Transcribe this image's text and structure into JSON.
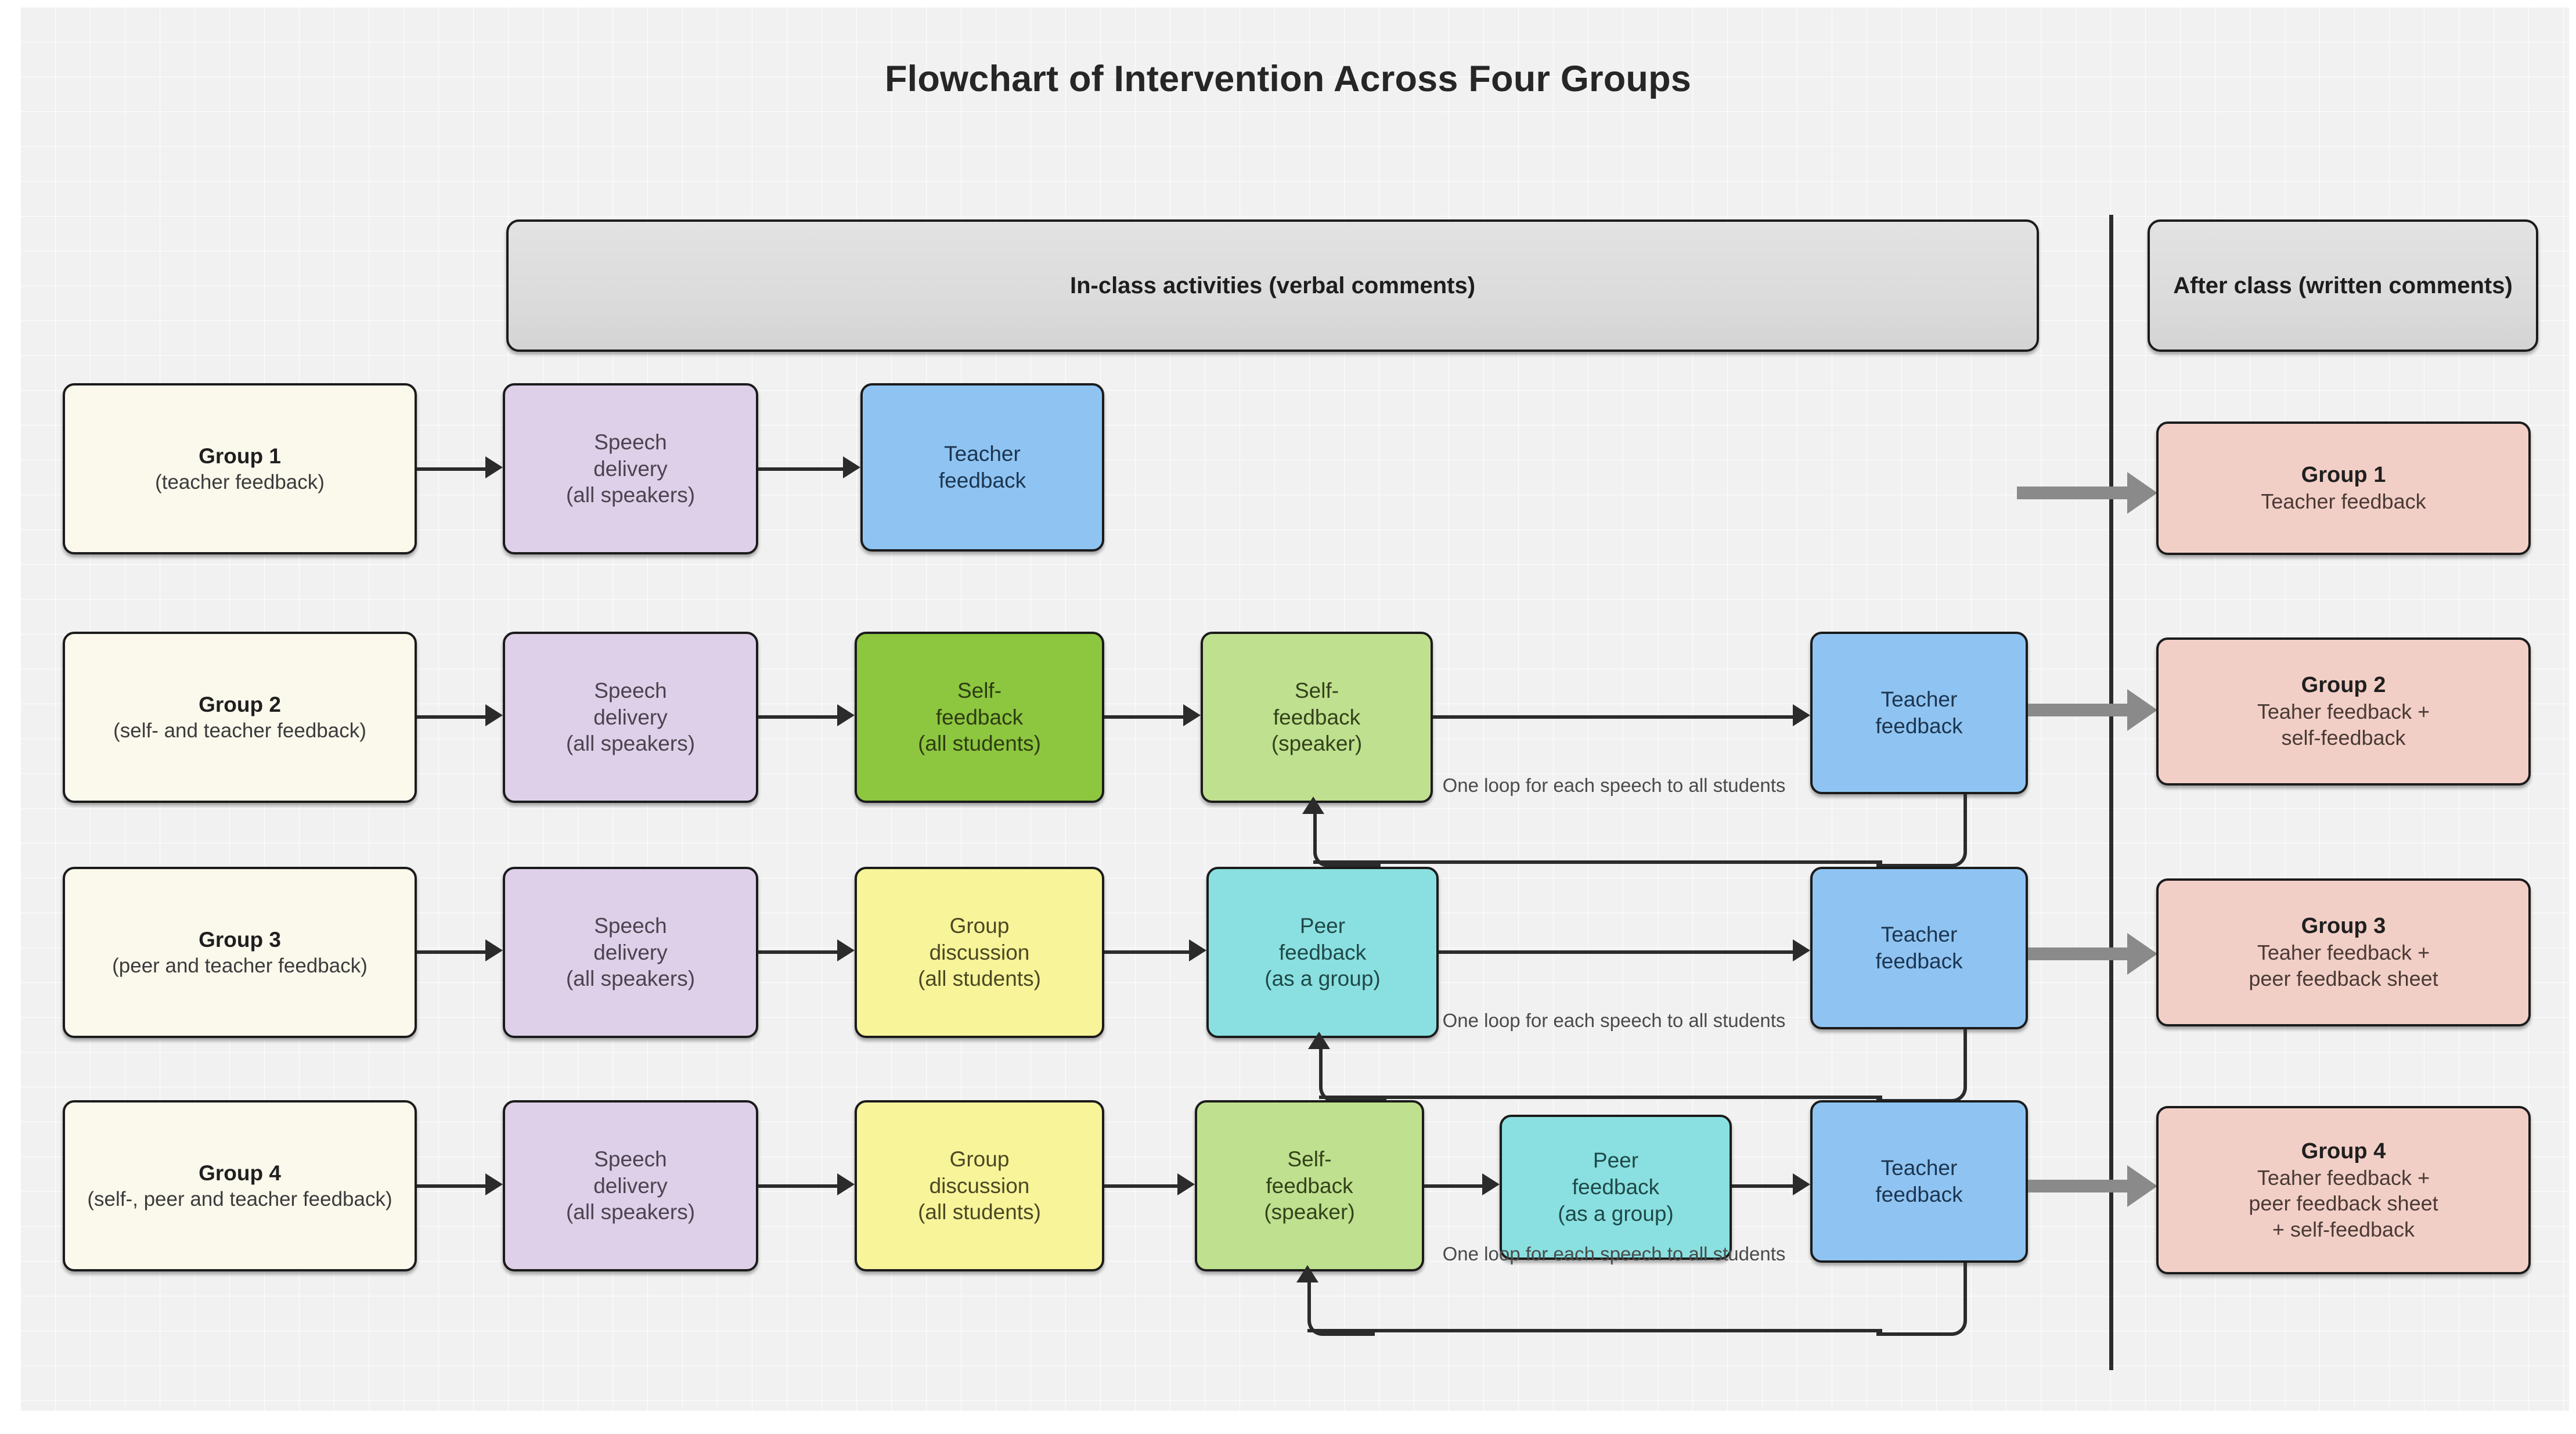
{
  "page": {
    "title": "Flowchart of Intervention Across Four Groups"
  },
  "banners": {
    "inclass": "In-class activities\n(verbal comments)",
    "inclass_line1": "In-class activities",
    "inclass_line2": "(verbal comments)",
    "afterclass_line1": "After class",
    "afterclass_line2": "(written comments)"
  },
  "loop_caption": {
    "line1": "One loop for each speech",
    "line2": "to all students"
  },
  "rows": [
    {
      "id": "row1",
      "group_title": "Group 1",
      "group_sub": "(teacher feedback)",
      "steps": [
        {
          "line1": "Speech",
          "line2": "delivery",
          "line3": "(all speakers)"
        },
        {
          "line1": "Teacher",
          "line2": "feedback",
          "line3": ""
        }
      ],
      "output_title": "Group 1",
      "output_lines": [
        "Teacher feedback"
      ]
    },
    {
      "id": "row2",
      "group_title": "Group 2",
      "group_sub": "(self- and teacher feedback)",
      "steps": [
        {
          "line1": "Speech",
          "line2": "delivery",
          "line3": "(all speakers)"
        },
        {
          "line1": "Self-",
          "line2": "feedback",
          "line3": "(all students)"
        },
        {
          "line1": "Self-",
          "line2": "feedback",
          "line3": "(speaker)"
        },
        {
          "line1": "Teacher",
          "line2": "feedback",
          "line3": ""
        }
      ],
      "output_title": "Group 2",
      "output_lines": [
        "Teaher feedback +",
        "self-feedback"
      ]
    },
    {
      "id": "row3",
      "group_title": "Group 3",
      "group_sub": "(peer and teacher feedback)",
      "steps": [
        {
          "line1": "Speech",
          "line2": "delivery",
          "line3": "(all speakers)"
        },
        {
          "line1": "Group",
          "line2": "discussion",
          "line3": "(all students)"
        },
        {
          "line1": "Peer",
          "line2": "feedback",
          "line3": "(as a group)"
        },
        {
          "line1": "Teacher",
          "line2": "feedback",
          "line3": ""
        }
      ],
      "output_title": "Group 3",
      "output_lines": [
        "Teaher feedback +",
        "peer feedback sheet"
      ]
    },
    {
      "id": "row4",
      "group_title": "Group 4",
      "group_sub": "(self-, peer and teacher feedback)",
      "steps": [
        {
          "line1": "Speech",
          "line2": "delivery",
          "line3": "(all speakers)"
        },
        {
          "line1": "Group",
          "line2": "discussion",
          "line3": "(all students)"
        },
        {
          "line1": "Self-",
          "line2": "feedback",
          "line3": "(speaker)"
        },
        {
          "line1": "Peer",
          "line2": "feedback",
          "line3": "(as a group)"
        },
        {
          "line1": "Teacher",
          "line2": "feedback",
          "line3": ""
        }
      ],
      "output_title": "Group 4",
      "output_lines": [
        "Teaher feedback +",
        "peer feedback sheet",
        "+ self-feedback"
      ]
    }
  ],
  "colors": {
    "group_box": "#fbf8ec",
    "speech_box": "#ddd0e8",
    "self_all_box": "#8dc63f",
    "self_speaker_box": "#bfe08e",
    "group_discussion_box": "#f7f49a",
    "peer_box": "#8ae0e0",
    "teacher_box": "#8fc4f2",
    "output_box": "#f2cfc6",
    "banner_box": "#dcdcdc",
    "connector": "#2b2b2b",
    "gray_arrow": "#8a8a8a",
    "background": "#f1f1f1"
  }
}
